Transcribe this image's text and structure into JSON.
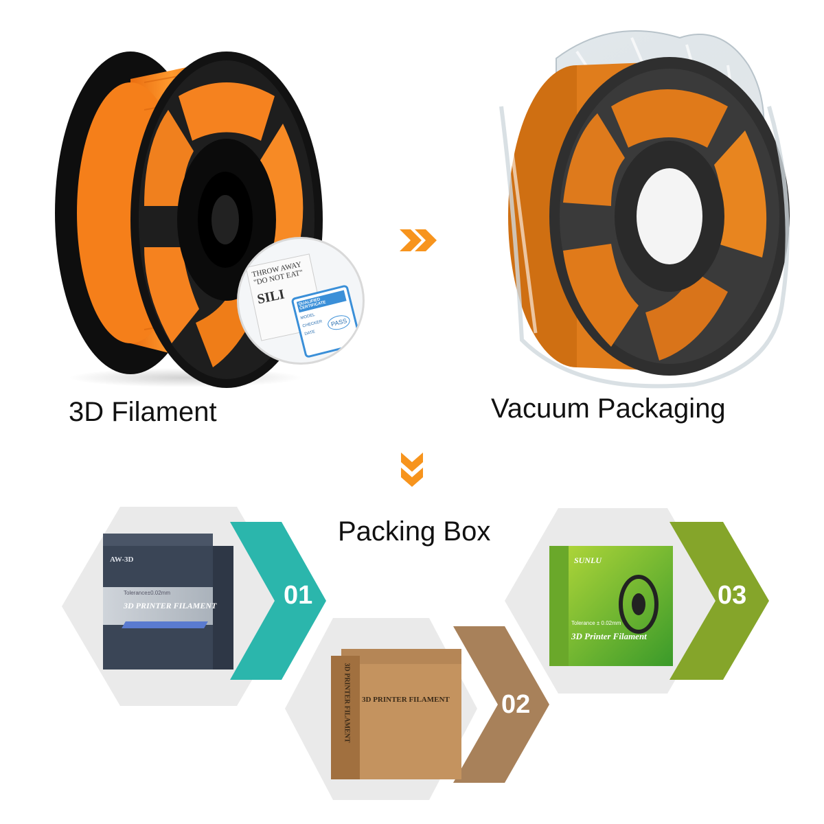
{
  "steps": {
    "filament_label": "3D Filament",
    "vacuum_label": "Vacuum Packaging",
    "packing_label": "Packing Box"
  },
  "inset": {
    "card1_line1": "THROW AWAY",
    "card1_line2": "\"DO NOT EAT\"",
    "card1_line3": "SILI",
    "card2_title": "QUALIFIED CERTIFICATE",
    "card2_model": "MODEL",
    "card2_checker": "CHECKER",
    "card2_date": "DATE",
    "card2_pass": "PASS"
  },
  "boxes": [
    {
      "number": "01",
      "brand": "AW-3D",
      "title": "3D PRINTER FILAMENT",
      "tolerance": "Tolerance±0.02mm",
      "color": "#2bb6ac"
    },
    {
      "number": "02",
      "title": "3D PRINTER FILAMENT",
      "side_title": "3D PRINTER FILAMENT",
      "color": "#a8815a"
    },
    {
      "number": "03",
      "brand": "SUNLU",
      "title": "3D Printer Filament",
      "tolerance": "Tolerance ± 0.02mm",
      "color": "#85a52a"
    }
  ],
  "colors": {
    "accent_arrow": "#f7941d",
    "filament": "#f5821f",
    "spool": "#111111",
    "hexagon": "#eaeaea"
  }
}
